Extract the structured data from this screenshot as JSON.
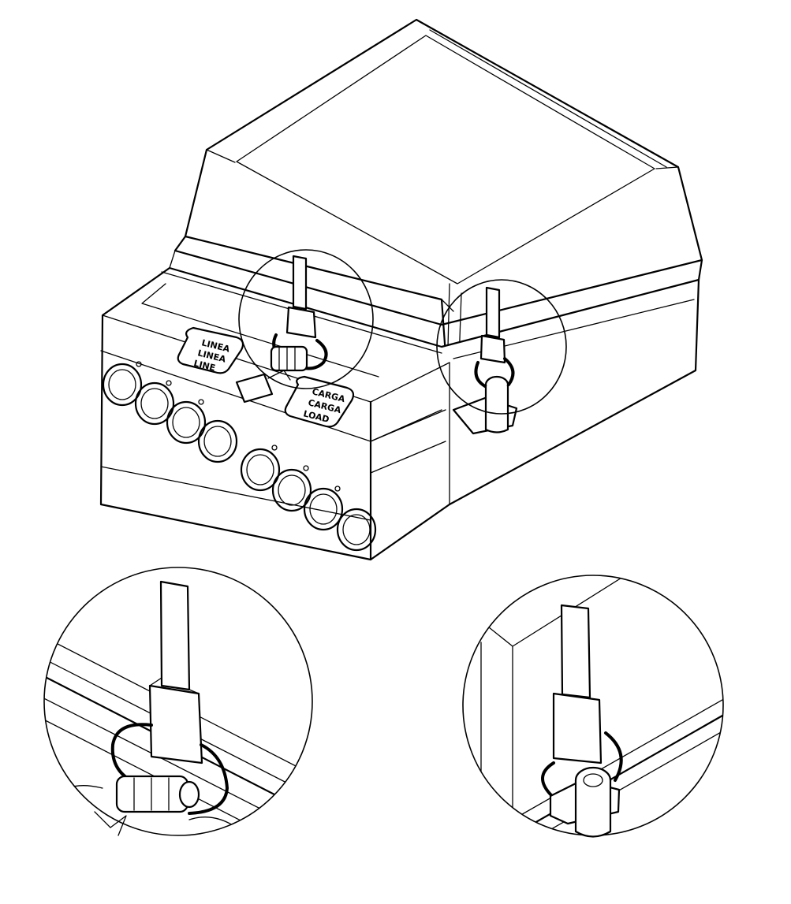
{
  "labels": {
    "line_group": [
      "LINEA",
      "LINEA",
      "LINE"
    ],
    "load_group": [
      "CARGA",
      "CARGA",
      "LOAD"
    ]
  },
  "colors": {
    "ink": "#000000",
    "paper": "#ffffff"
  }
}
